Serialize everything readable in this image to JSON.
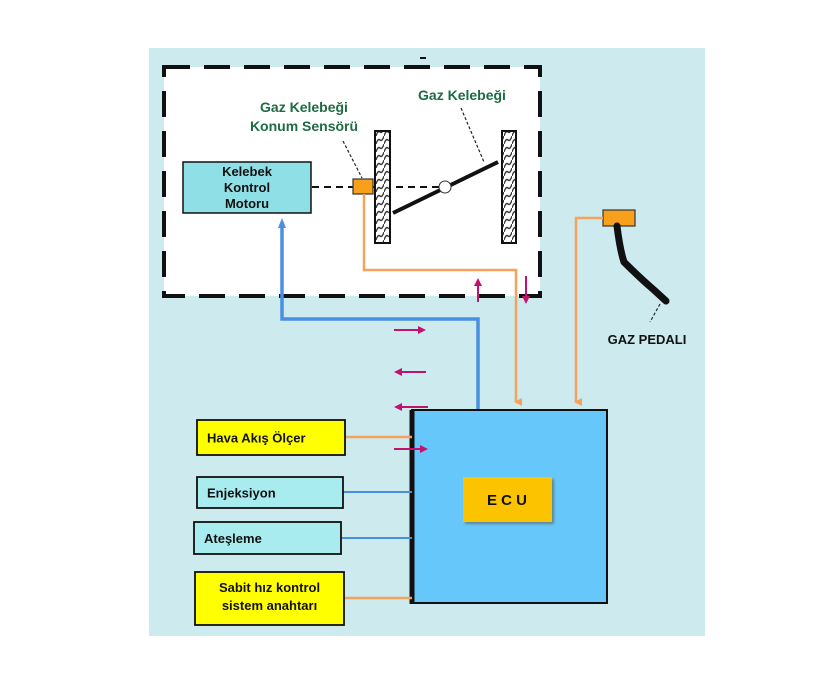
{
  "diagram": {
    "colors": {
      "background": "#cdeaee",
      "throttle_body_panel": "#ffffff",
      "motor_box": "#8fe0e6",
      "ecu_box": "#66c8fa",
      "ecu_label_box": "#fcc404",
      "sensor_box": "#f7a01c",
      "input_yellow": "#ffff00",
      "output_cyan": "#a8ecef",
      "orange_wire": "#f5a35a",
      "blue_wire": "#4a90e2",
      "arrow": "#c2126e",
      "green_text": "#1e6b43"
    },
    "throttle_section": {
      "motor_label": [
        "Kelebek",
        "Kontrol",
        "Motoru"
      ],
      "position_sensor_label": [
        "Gaz Kelebeği",
        "Konum Sensörü"
      ],
      "throttle_valve_label": "Gaz Kelebeği"
    },
    "pedal_label": "GAZ PEDALI",
    "ecu_label": "E C U",
    "inputs_outputs": [
      {
        "id": "hava-akis-olcer",
        "lines": [
          "Hava Akış Ölçer"
        ],
        "type": "input"
      },
      {
        "id": "enjeksiyon",
        "lines": [
          "Enjeksiyon"
        ],
        "type": "output"
      },
      {
        "id": "atesleme",
        "lines": [
          "Ateşleme"
        ],
        "type": "output"
      },
      {
        "id": "sabit-hiz-kontrol",
        "lines": [
          "Sabit hız kontrol",
          "sistem anahtarı"
        ],
        "type": "input"
      }
    ]
  }
}
